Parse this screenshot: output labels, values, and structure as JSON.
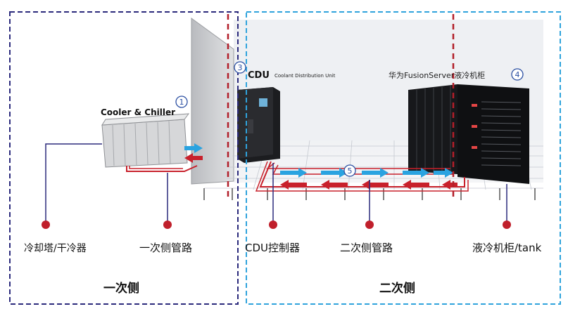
{
  "title_cooler": "Cooler & Chiller",
  "cdu_title": "CDU",
  "cdu_subtitle": "Coolant Distribution Unit",
  "server_title": "华为FusionServer液冷机柜",
  "markers": {
    "m1": "1",
    "m3": "3",
    "m4": "4",
    "m5": "5"
  },
  "labels": {
    "cooling_tower": "冷却塔/干冷器",
    "primary_pipe": "一次侧管路",
    "cdu_controller": "CDU控制器",
    "secondary_pipe": "二次侧管路",
    "liquid_cabinet": "液冷机柜/tank"
  },
  "regions": {
    "primary": "一次侧",
    "secondary": "二次侧"
  },
  "colors": {
    "primary_frame": "#2b2a7c",
    "secondary_frame": "#2fa3dc",
    "hot_pipe": "#c8202b",
    "cold_flow": "#2aa3e0",
    "divider": "#b21f2a"
  }
}
